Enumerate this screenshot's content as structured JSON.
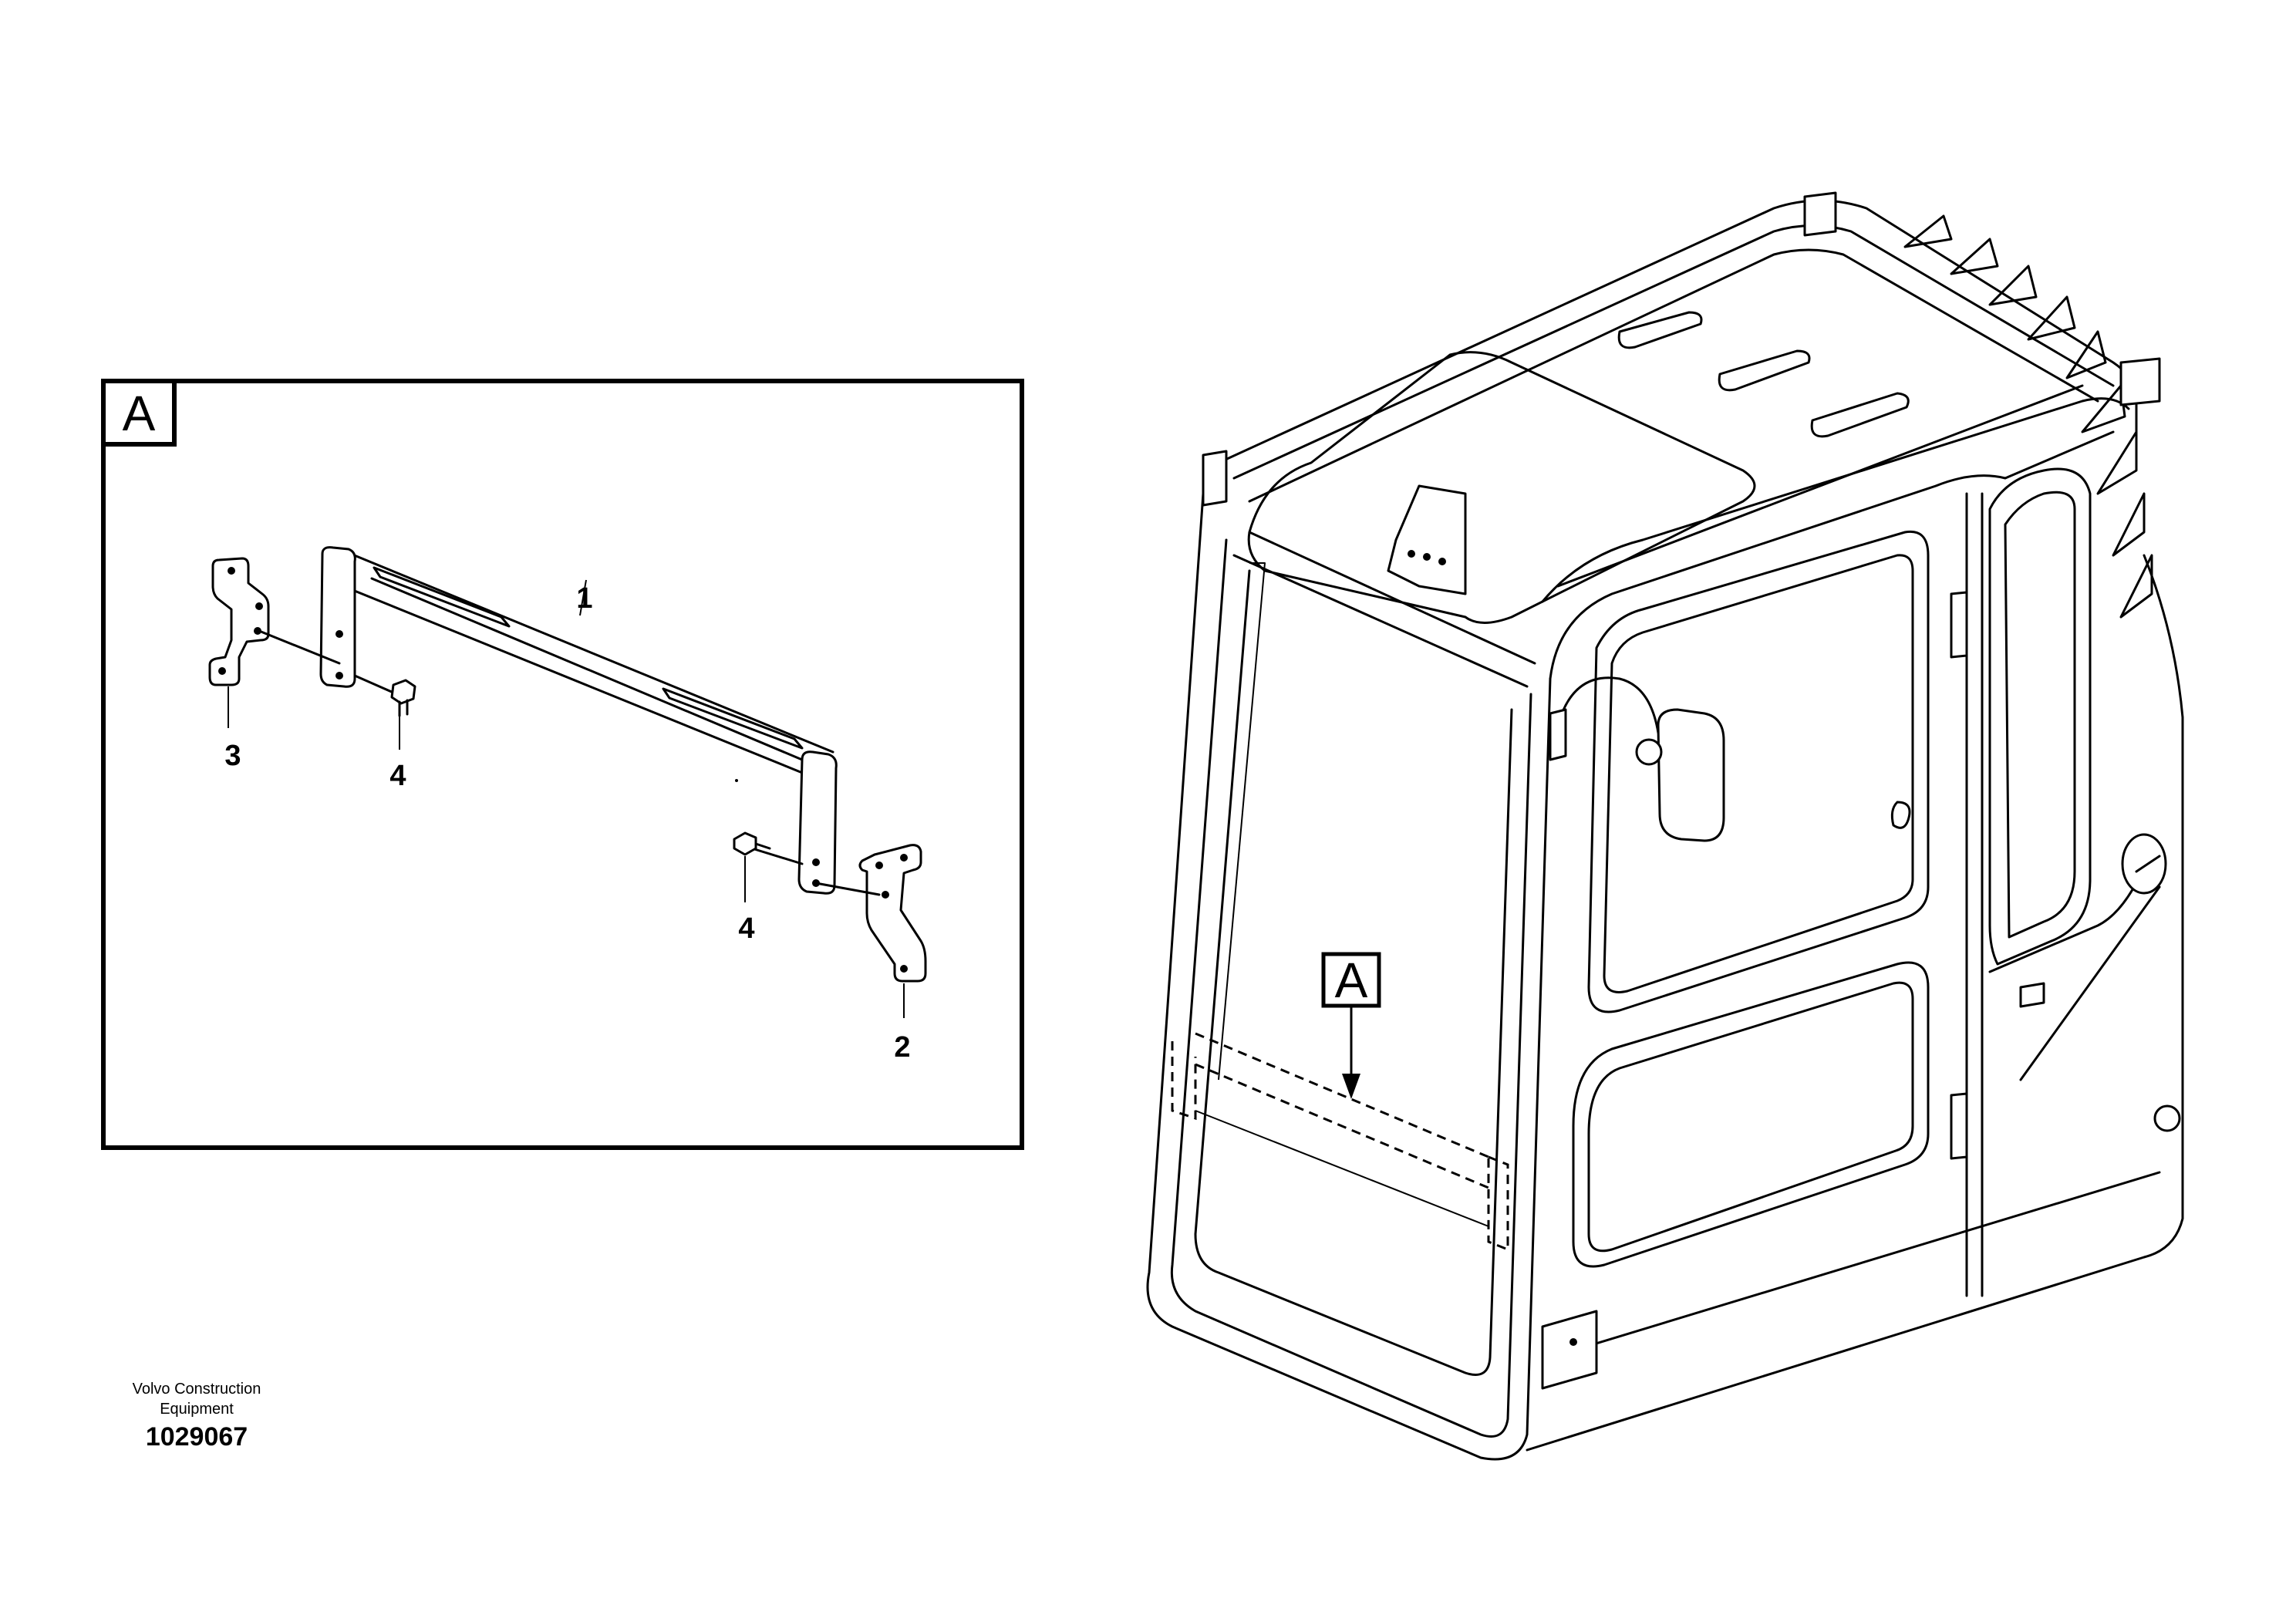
{
  "detail_view": {
    "label": "A",
    "callouts": [
      {
        "id": "callout-1",
        "text": "1"
      },
      {
        "id": "callout-2",
        "text": "2"
      },
      {
        "id": "callout-3",
        "text": "3"
      },
      {
        "id": "callout-4a",
        "text": "4"
      },
      {
        "id": "callout-4b",
        "text": "4"
      }
    ]
  },
  "overview": {
    "detail_marker_label": "A"
  },
  "footer": {
    "company": "Volvo Construction\nEquipment",
    "part_number": "1029067"
  }
}
